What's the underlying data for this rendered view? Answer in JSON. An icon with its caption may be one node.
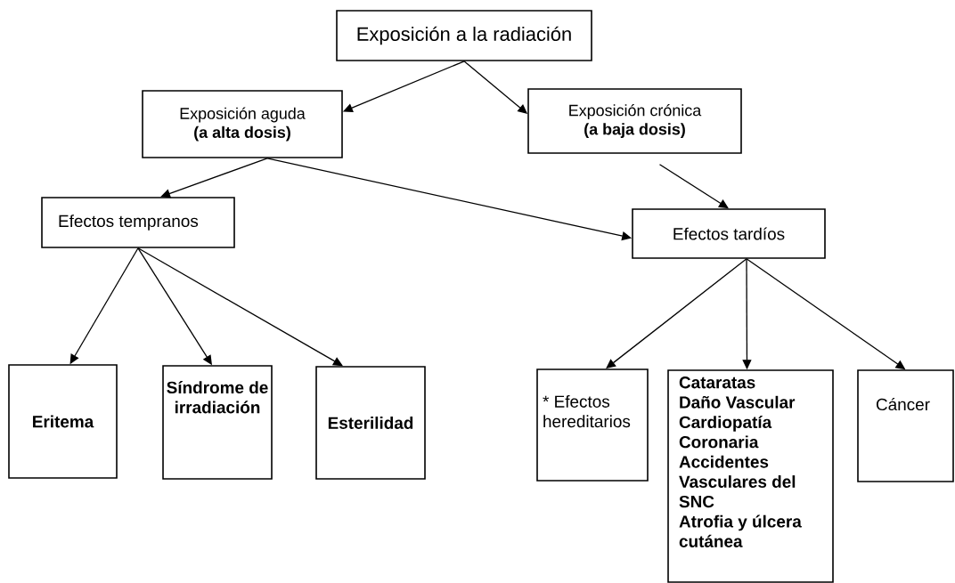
{
  "diagram": {
    "nodes": [
      {
        "text": [
          "Exposición a la radiación"
        ]
      },
      {
        "text": [
          "Exposición aguda",
          "(a alta dosis)"
        ]
      },
      {
        "text": [
          "Exposición crónica",
          "(a baja dosis)"
        ]
      },
      {
        "text": [
          "Efectos tempranos"
        ]
      },
      {
        "text": [
          "Efectos tardíos"
        ]
      },
      {
        "text": [
          "Eritema"
        ]
      },
      {
        "text": [
          "Síndrome de irradiación"
        ]
      },
      {
        "text": [
          "Esterilidad"
        ]
      },
      {
        "text": [
          "* Efectos hereditarios"
        ]
      },
      {
        "text": [
          "Cataratas",
          "Daño Vascular",
          "Cardiopatía Coronaria",
          "Accidentes Vasculares del SNC",
          "Atrofia y úlcera cutánea"
        ]
      },
      {
        "text": [
          "Cáncer"
        ]
      }
    ],
    "edges": [
      {
        "from": 0,
        "to": 1,
        "arrow": "to"
      },
      {
        "from": 0,
        "to": 2,
        "arrow": "to"
      },
      {
        "from": 1,
        "to": 3,
        "arrow": "to"
      },
      {
        "from": 1,
        "to": 4,
        "arrow": "to"
      },
      {
        "from": 2,
        "to": 4,
        "arrow": "to"
      },
      {
        "from": 3,
        "to": 5,
        "arrow": "to"
      },
      {
        "from": 3,
        "to": 6,
        "arrow": "to"
      },
      {
        "from": 3,
        "to": 7,
        "arrow": "to"
      },
      {
        "from": 4,
        "to": 8,
        "arrow": "to"
      },
      {
        "from": 4,
        "to": 9,
        "arrow": "to"
      },
      {
        "from": 4,
        "to": 10,
        "arrow": "to"
      }
    ]
  }
}
